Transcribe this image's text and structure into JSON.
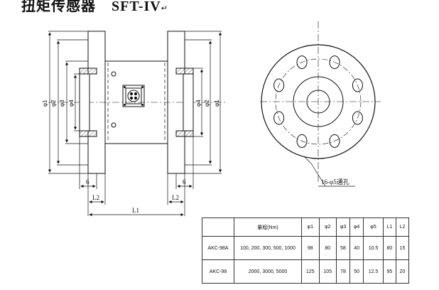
{
  "header": {
    "title_cn": "扭矩传感器",
    "model": "SFT-IV",
    "return_mark": "↵"
  },
  "drawing": {
    "dims_left": [
      "φ1",
      "φ2",
      "φ3",
      "φ4"
    ],
    "dims_right": [
      "φ4",
      "φ2",
      "φ1"
    ],
    "dim_6": "6",
    "dim_L2": "L2",
    "dim_L1": "L1",
    "hole_note": "16-φ5通孔"
  },
  "spec_table": {
    "headers": [
      "量程(Nm)",
      "φ1",
      "φ2",
      "φ3",
      "φ4",
      "φ5",
      "L1",
      "L2"
    ],
    "rows": [
      {
        "model": "AKC-98A",
        "range": "100, 200, 300, 500, 1000",
        "values": [
          "98",
          "80",
          "58",
          "40",
          "10.5",
          "80",
          "15"
        ]
      },
      {
        "model": "AKC-98",
        "range": "2000, 3000, 5000",
        "values": [
          "125",
          "105",
          "78",
          "50",
          "12.5",
          "95",
          "20"
        ]
      }
    ]
  }
}
